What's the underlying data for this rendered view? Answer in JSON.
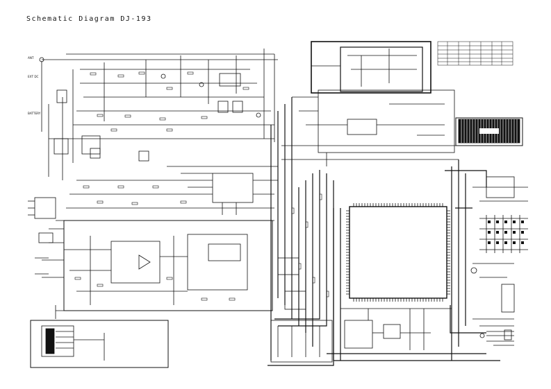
{
  "page": {
    "title": "Schematic Diagram DJ-193"
  },
  "labels": {
    "ant": "ANT",
    "ext_dc": "EXT DC",
    "battery": "BATTERY"
  },
  "colors": {
    "ink": "#111111",
    "paper": "#ffffff"
  }
}
